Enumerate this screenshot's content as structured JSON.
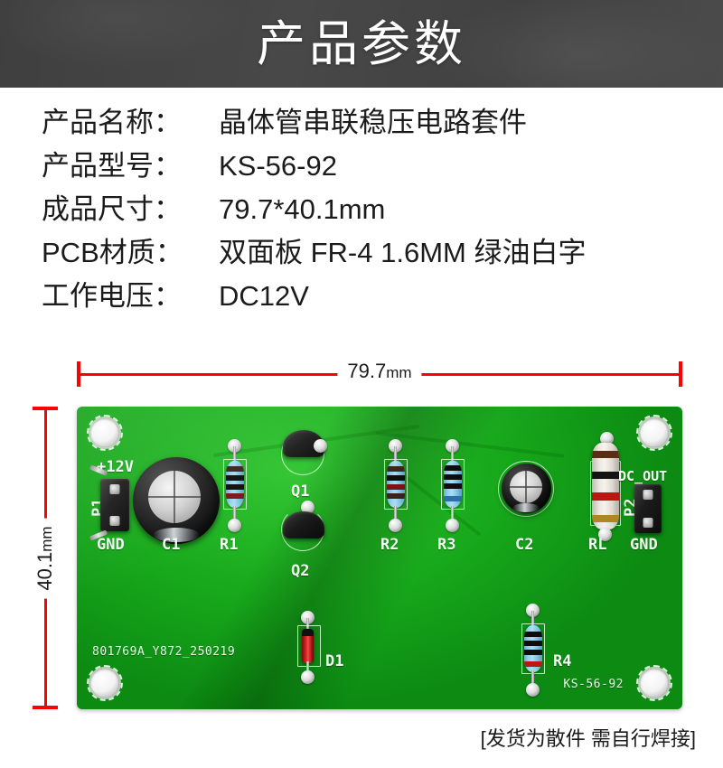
{
  "header": {
    "title": "产品参数"
  },
  "specs": [
    {
      "label": "产品名称：",
      "value": "晶体管串联稳压电路套件"
    },
    {
      "label": "产品型号：",
      "value": "KS-56-92"
    },
    {
      "label": "成品尺寸：",
      "value": "79.7*40.1mm"
    },
    {
      "label": "PCB材质：",
      "value": "双面板 FR-4 1.6MM 绿油白字"
    },
    {
      "label": "工作电压：",
      "value": "DC12V"
    }
  ],
  "dimensions": {
    "width_value": "79.7",
    "width_unit": "mm",
    "height_value": "40.1",
    "height_unit": "mm",
    "accent_color": "#ff0000"
  },
  "pcb": {
    "solder_mask_color": "#14a019",
    "silkscreen_color": "#eafbea",
    "batch_code": "801769A_Y872_250219",
    "model_code": "KS-56-92",
    "designators": {
      "p1": "P1",
      "p1_pos": "+12V",
      "p1_neg": "GND",
      "c1": "C1",
      "r1": "R1",
      "q1": "Q1",
      "q2": "Q2",
      "r2": "R2",
      "r3": "R3",
      "c2": "C2",
      "rl": "RL",
      "p2": "P2",
      "p2_out": "DC_OUT",
      "p2_gnd": "GND",
      "d1": "D1",
      "r4": "R4"
    }
  },
  "footer": {
    "note": "[发货为散件 需自行焊接]"
  }
}
